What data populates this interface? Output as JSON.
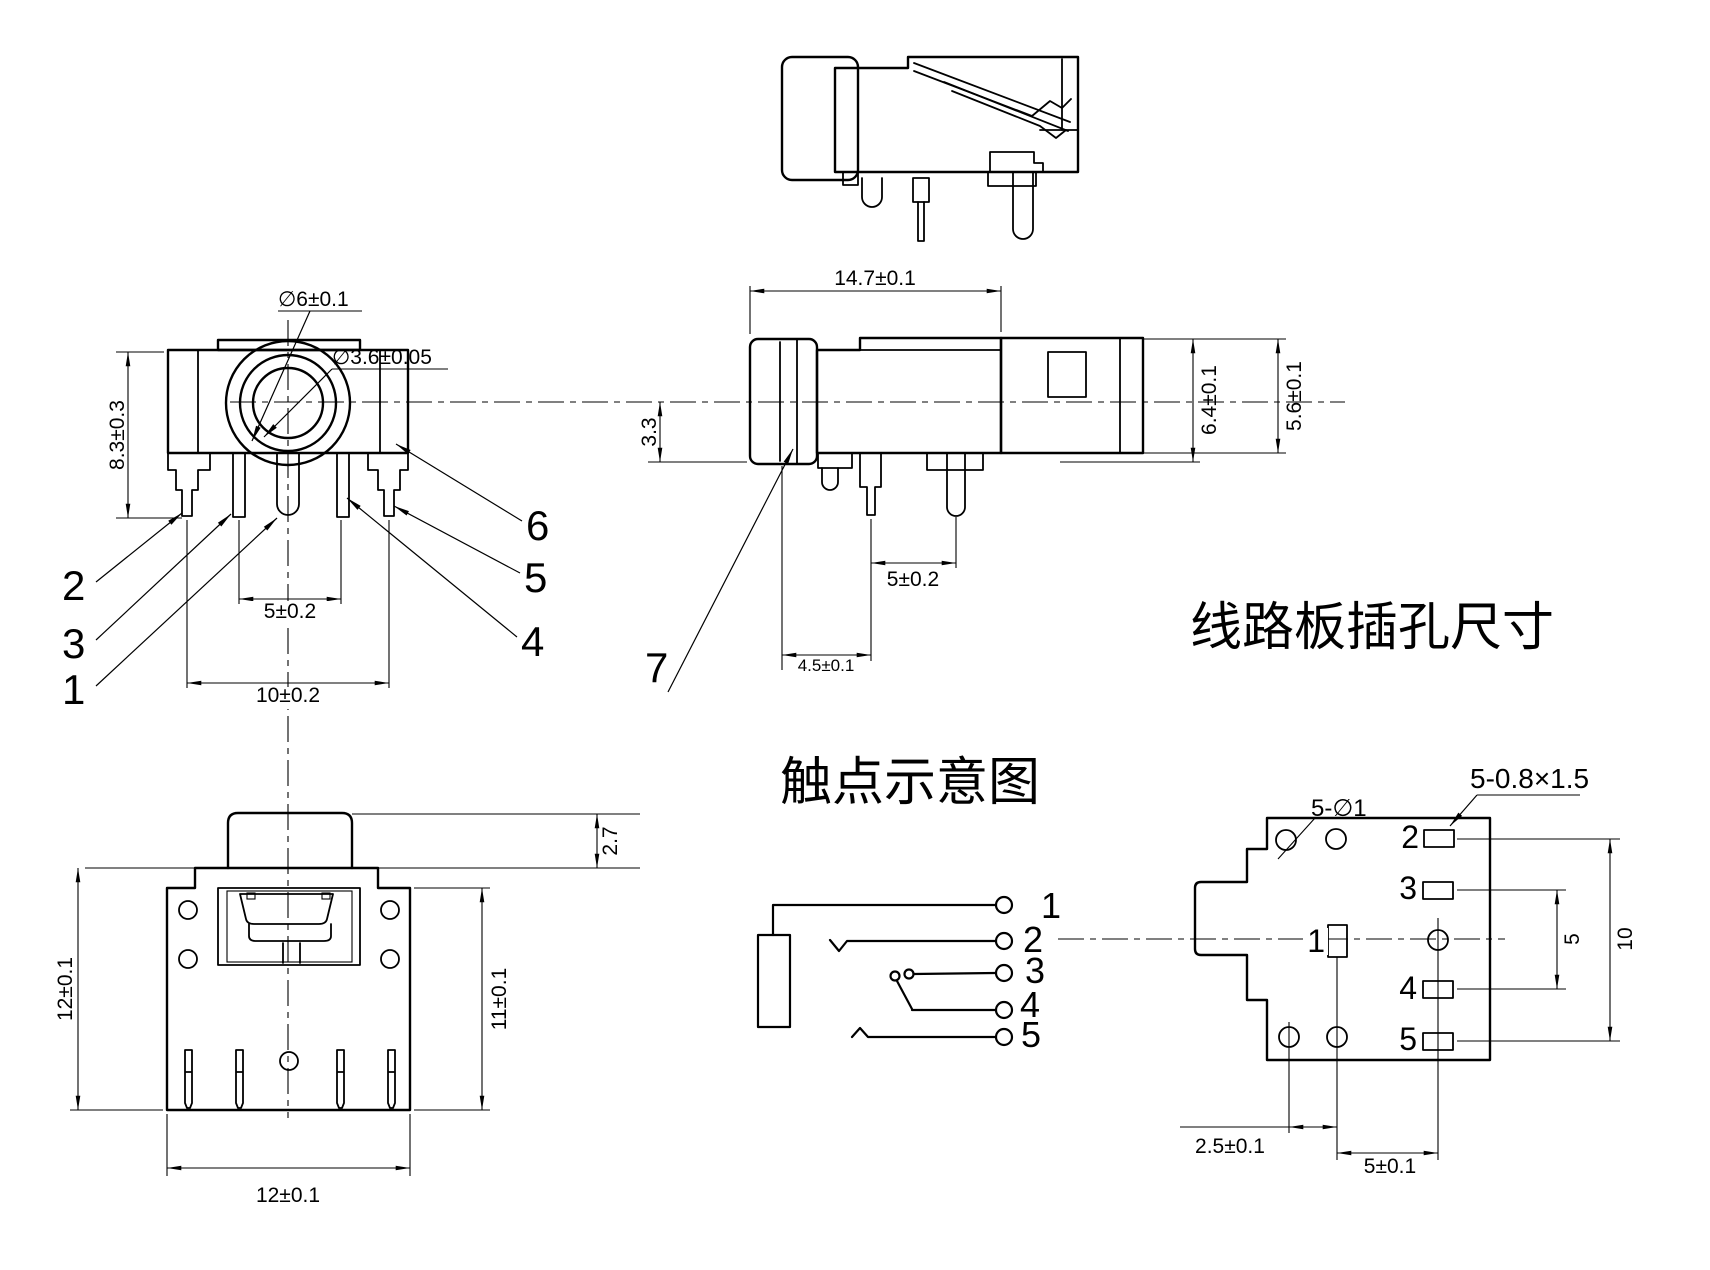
{
  "drawing": {
    "front_view": {
      "dim_outer_dia": "∅6±0.1",
      "dim_inner_dia": "∅3.6±0.05",
      "dim_height": "8.3±0.3",
      "dim_pin_pitch": "5±0.2",
      "dim_pin_span": "10±0.2",
      "pin_labels": {
        "n1": "1",
        "n2": "2",
        "n3": "3",
        "n4": "4",
        "n5": "5",
        "n6": "6"
      }
    },
    "side_view": {
      "dim_length": "14.7±0.1",
      "dim_tip": "3.3",
      "dim_body_h": "6.4±0.1",
      "dim_rear_h": "5.6±0.1",
      "dim_pin_pitch": "5±0.2",
      "dim_face": "4.5±0.1",
      "pin_label": "7"
    },
    "bottom_view": {
      "dim_height": "12±0.1",
      "dim_inner": "11±0.1",
      "dim_boss": "2.7",
      "dim_width": "12±0.1"
    },
    "contact_schematic": {
      "title": "触点示意图",
      "terminals": [
        "1",
        "2",
        "3",
        "4",
        "5"
      ]
    },
    "pcb_view": {
      "title": "线路板插孔尺寸",
      "holes_note": "5-∅1",
      "slots_note": "5-0.8×1.5",
      "pad_labels": [
        "1",
        "2",
        "3",
        "4",
        "5"
      ],
      "dim_offset": "2.5±0.1",
      "dim_pitch": "5±0.1",
      "dim_span5": "5",
      "dim_span10": "10"
    }
  }
}
